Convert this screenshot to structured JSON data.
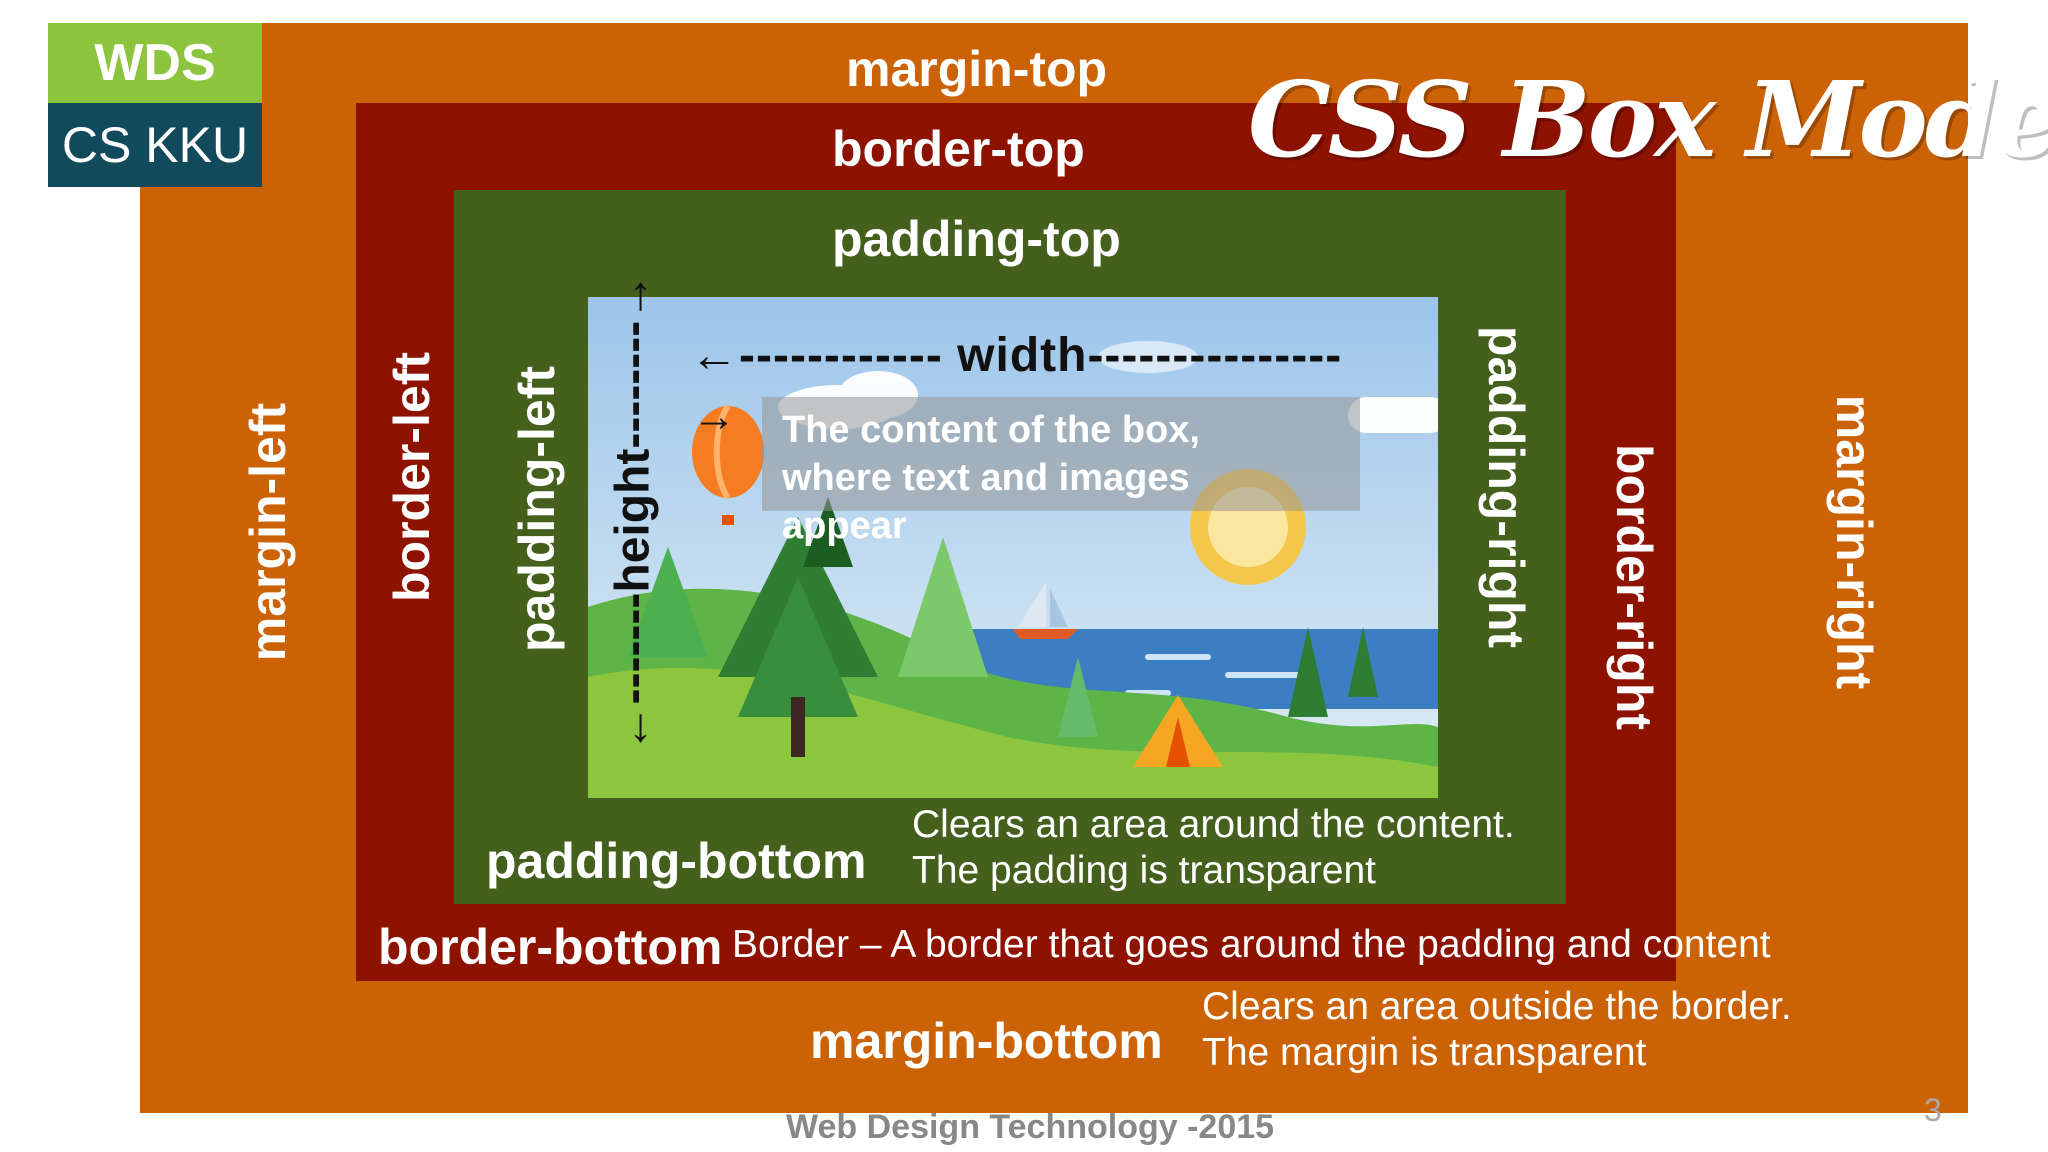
{
  "logo": {
    "top": "WDS",
    "bottom": "CS KKU"
  },
  "title": "CSS Box Model",
  "margin": {
    "top": "margin-top",
    "left": "margin-left",
    "right": "margin-right",
    "bottom": "margin-bottom",
    "description": [
      "Clears an area outside the border.",
      "The margin is transparent"
    ]
  },
  "border": {
    "top": "border-top",
    "left": "border-left",
    "right": "border-right",
    "bottom": "border-bottom",
    "description": "Border – A border that goes around the padding and content"
  },
  "padding": {
    "top": "padding-top",
    "left": "padding-left",
    "right": "padding-right",
    "bottom": "padding-bottom",
    "description": [
      "Clears an area around the content.",
      "The padding is transparent"
    ]
  },
  "content": {
    "width_label": "←------------ width---------------",
    "height_label": "←-------height--------→",
    "text": [
      "The content of the box,",
      "where text  and images",
      "appear"
    ]
  },
  "footer": "Web Design Technology -2015",
  "page_number": "3",
  "colors": {
    "margin": "#cc6206",
    "border": "#8e1200",
    "padding": "#44601c",
    "logo_green": "#8dc43d",
    "logo_teal": "#114a5b"
  }
}
